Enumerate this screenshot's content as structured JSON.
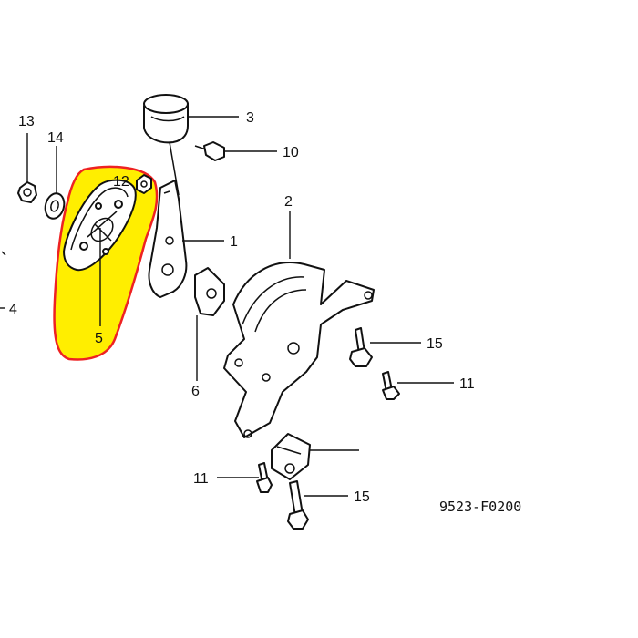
{
  "diagram": {
    "callouts": {
      "p1": "1",
      "p2": "2",
      "p3": "3",
      "p4": "4",
      "p5": "5",
      "p6": "6",
      "p10": "10",
      "p11a": "11",
      "p11b": "11",
      "p12": "12",
      "p13": "13",
      "p14": "14",
      "p15a": "15",
      "p15b": "15"
    },
    "figure_code": "9523-F0200",
    "highlight": {
      "fill": "#ffee00",
      "outline": "#ee2222"
    }
  }
}
